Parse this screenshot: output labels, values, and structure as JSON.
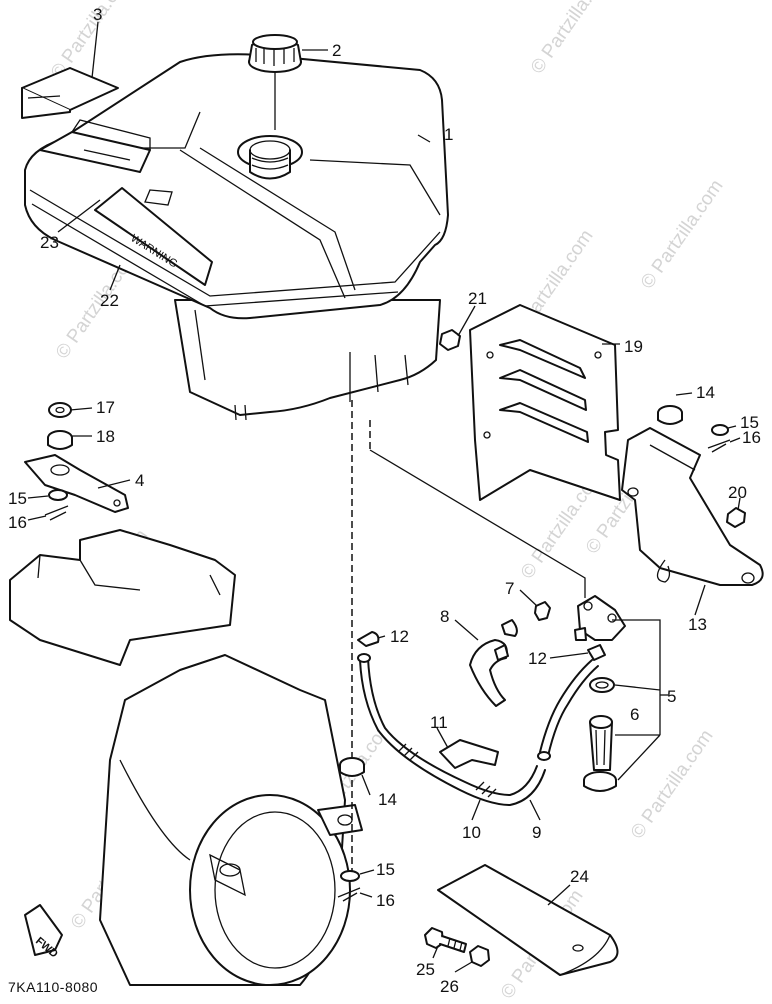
{
  "watermark": "© Partzilla.com",
  "diagram_code": "7KA110-8080",
  "warning_text": "WARNING",
  "fwd_text": "FWD",
  "callouts": {
    "c1": "1",
    "c2": "2",
    "c3": "3",
    "c4": "4",
    "c5": "5",
    "c6": "6",
    "c7": "7",
    "c8": "8",
    "c9": "9",
    "c10": "10",
    "c11": "11",
    "c12a": "12",
    "c12b": "12",
    "c13": "13",
    "c14a": "14",
    "c14b": "14",
    "c15a": "15",
    "c15b": "15",
    "c15c": "15",
    "c16a": "16",
    "c16b": "16",
    "c16c": "16",
    "c17": "17",
    "c18": "18",
    "c19": "19",
    "c20": "20",
    "c21": "21",
    "c22": "22",
    "c23": "23",
    "c24": "24",
    "c25": "25",
    "c26": "26"
  }
}
